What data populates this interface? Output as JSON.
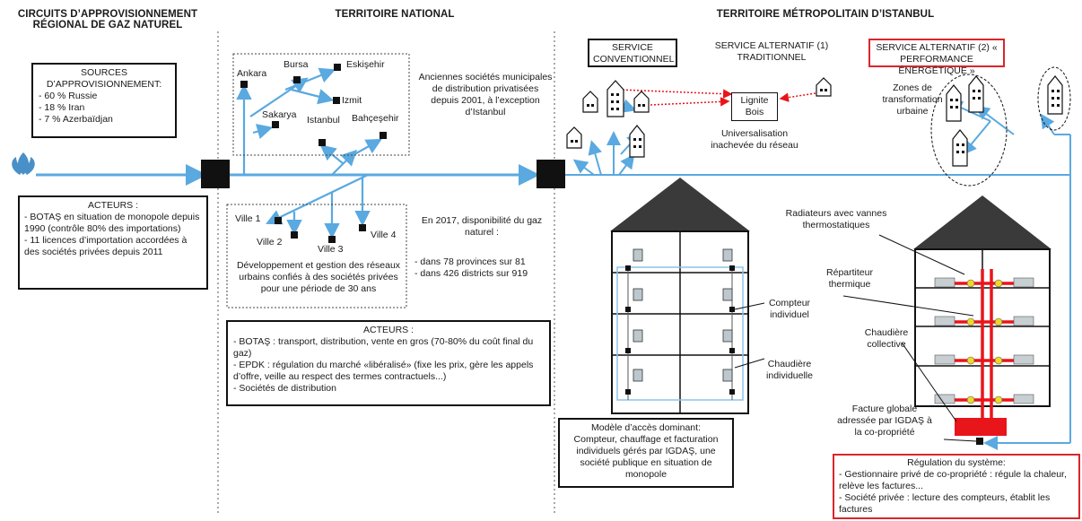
{
  "headers": {
    "left": "CIRCUITS D’APPROVISIONNEMENT RÉGIONAL DE GAZ NATUREL",
    "middle": "TERRITOIRE NATIONAL",
    "right": "TERRITOIRE MÉTROPOLITAIN D’ISTANBUL"
  },
  "sources": {
    "title": "SOURCES D’APPROVISIONNEMENT:",
    "items": [
      "- 60 % Russie",
      "- 18 % Iran",
      "- 7 % Azerbaïdjan"
    ]
  },
  "acteurs_left": {
    "title": "ACTEURS :",
    "items": [
      "- BOTAŞ en situation de monopole depuis 1990 (contrôle 80% des importations)",
      "- 11 licences d’importation accordées à des sociétés privées depuis 2011"
    ]
  },
  "cities_top": [
    "Ankara",
    "Bursa",
    "Eskişehir",
    "Izmit",
    "Sakarya",
    "Istanbul",
    "Bahçeşehir"
  ],
  "anciennes": "Anciennes sociétés municipales de distribution privatisées depuis 2001, à l’exception d’Istanbul",
  "villes": [
    "Ville 1",
    "Ville 2",
    "Ville 3",
    "Ville 4"
  ],
  "developpement": "Développement et gestion des réseaux urbains confiés à des sociétés privées pour une période de 30 ans",
  "disponibilite": {
    "intro": "En 2017, disponibilité du gaz naturel :",
    "items": [
      "- dans 78 provinces sur 81",
      "- dans 426 districts sur 919"
    ]
  },
  "acteurs_mid": {
    "title": "ACTEURS :",
    "items": [
      "- BOTAŞ : transport, distribution, vente en gros (70-80% du coût final du gaz)",
      "- EPDK : régulation du marché «libéralisé» (fixe les prix, gère les appels d’offre, veille au respect des termes contractuels...)",
      "- Sociétés de distribution"
    ]
  },
  "service_conv": "SERVICE CONVENTIONNEL",
  "service_alt1": "SERVICE ALTERNATIF (1) TRADITIONNEL",
  "service_alt2": "SERVICE ALTERNATIF (2) « PERFORMANCE ÉNERGÉTIQUE »",
  "lignite": "Lignite Bois",
  "universalisation": "Universalisation inachevée du réseau",
  "zones": "Zones de transformation urbaine",
  "labels_left_building": {
    "compteur": "Compteur individuel",
    "chaudiere": "Chaudière individuelle"
  },
  "labels_right_building": {
    "radiateurs": "Radiateurs avec vannes thermostatiques",
    "repartiteur": "Répartiteur thermique",
    "chaudiere": "Chaudière collective",
    "facture": "Facture globale adressée par IGDAŞ à la co-propriété"
  },
  "modele": {
    "title": "Modèle d’accès dominant:",
    "text": "Compteur, chauffage et facturation individuels gérés par IGDAŞ, une société publique en situation de monopole"
  },
  "regulation": {
    "title": "Régulation du système:",
    "items": [
      "- Gestionnaire privé de co-propriété : régule la chaleur, relève les factures...",
      "- Société privée : lecture des compteurs, établit les factures"
    ]
  },
  "colors": {
    "pipe": "#5aa9e0",
    "red": "#e8151b",
    "dark": "#111111",
    "box_red": "#d9262b"
  }
}
